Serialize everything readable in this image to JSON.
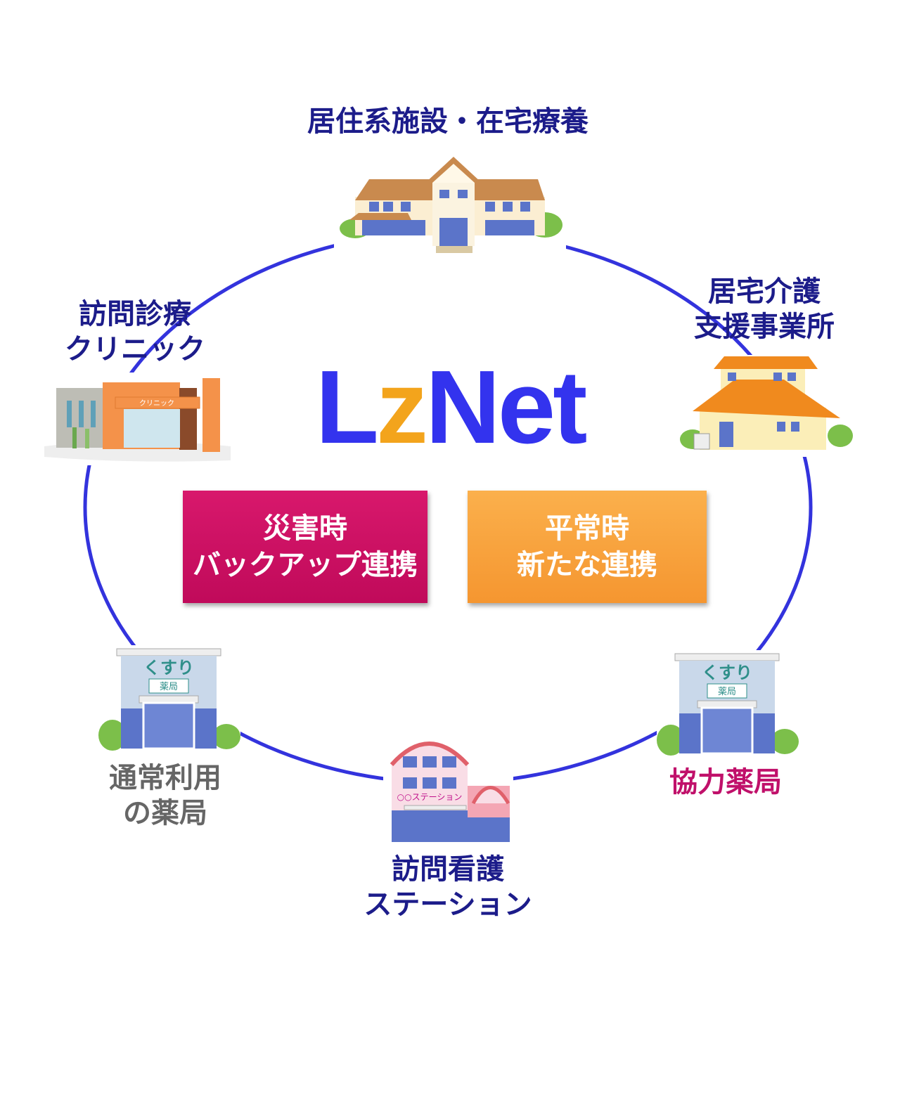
{
  "logo": {
    "part1": "L",
    "part2": "z",
    "part3": "Net"
  },
  "nodes": {
    "residential": {
      "line1": "居住系施設・在宅療養"
    },
    "care_support": {
      "line1": "居宅介護",
      "line2": "支援事業所"
    },
    "clinic": {
      "line1": "訪問診療",
      "line2": "クリニック",
      "sign": "クリニック"
    },
    "regular_pharmacy": {
      "line1": "通常利用",
      "line2": "の薬局",
      "sign_top": "くすり",
      "sign": "薬局"
    },
    "partner_pharmacy": {
      "line1": "協力薬局",
      "sign_top": "くすり",
      "sign": "薬局"
    },
    "nursing_station": {
      "line1": "訪問看護",
      "line2": "ステーション",
      "sign": "○○ステーション"
    }
  },
  "boxes": {
    "disaster": {
      "line1": "災害時",
      "line2": "バックアップ連携"
    },
    "normal": {
      "line1": "平常時",
      "line2": "新たな連携"
    }
  },
  "colors": {
    "navy": "#1c1c8a",
    "ring": "#3333dd",
    "logo_blue": "#3333ee",
    "logo_orange": "#f3a41c",
    "disaster": "#c80c60",
    "normal": "#f8a03a",
    "partner": "#c0106a",
    "gray": "#666666"
  }
}
